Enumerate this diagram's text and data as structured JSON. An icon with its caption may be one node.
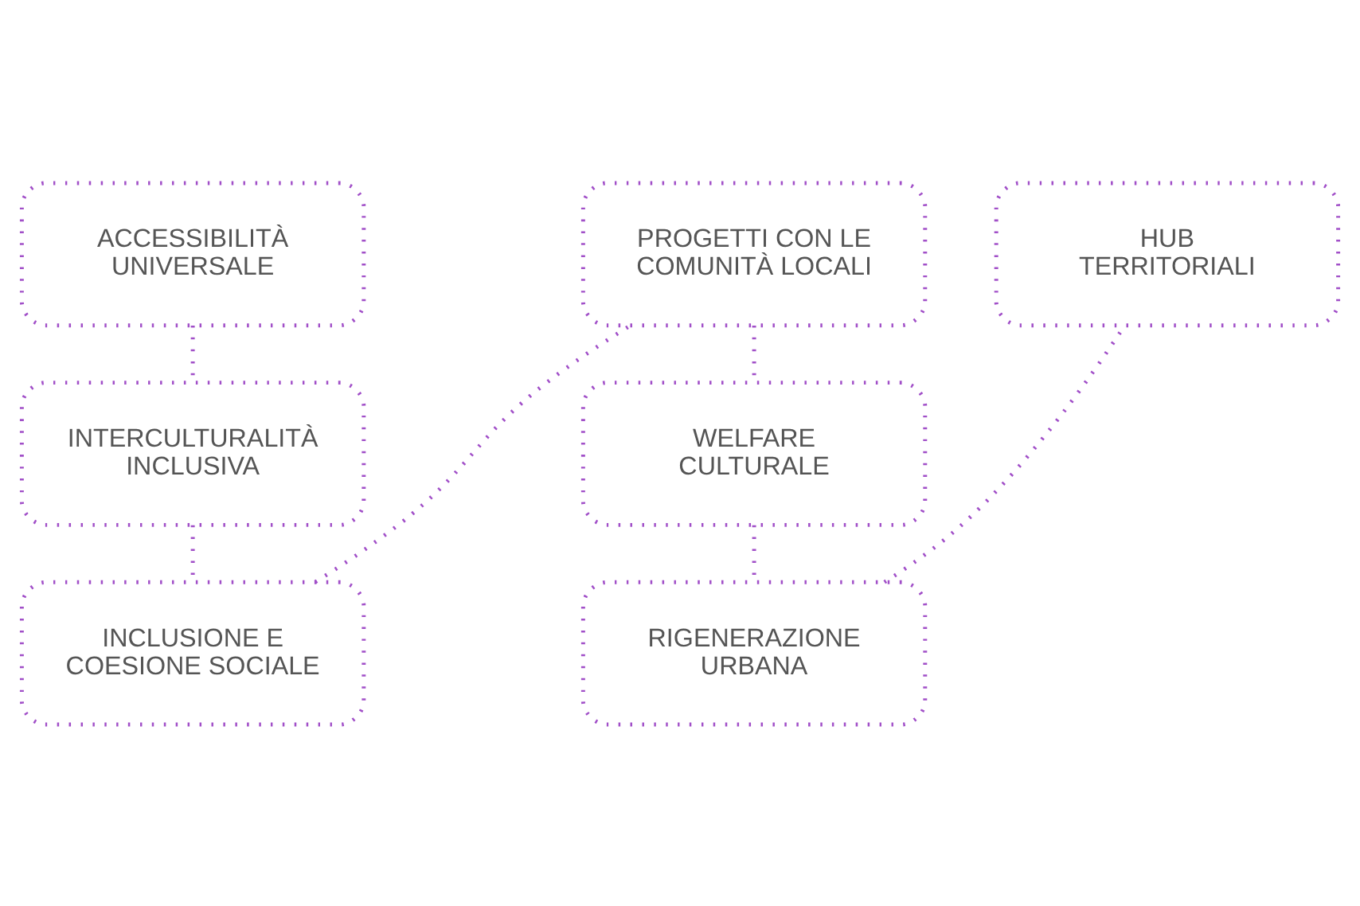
{
  "diagram": {
    "nodes": [
      {
        "text": [
          "ACCESSIBILITÀ UNIVERSALE"
        ]
      },
      {
        "text": [
          "INTERCULTURALITÀ INCLUSIVA"
        ]
      },
      {
        "text": [
          "INCLUSIONE E COESIONE SOCIALE"
        ]
      },
      {
        "text": [
          "PROGETTI CON LE COMUNITÀ LOCALI"
        ]
      },
      {
        "text": [
          "WELFARE CULTURALE"
        ]
      },
      {
        "text": [
          "RIGENERAZIONE URBANA"
        ]
      },
      {
        "text": [
          "HUB TERRITORIALI"
        ]
      }
    ],
    "edges": [
      {
        "from": 0,
        "to": 1,
        "arrow": "none"
      },
      {
        "from": 1,
        "to": 2,
        "arrow": "none"
      },
      {
        "from": 2,
        "to": 3,
        "arrow": "none"
      },
      {
        "from": 3,
        "to": 4,
        "arrow": "none"
      },
      {
        "from": 4,
        "to": 5,
        "arrow": "none"
      },
      {
        "from": 5,
        "to": 6,
        "arrow": "none"
      }
    ]
  }
}
